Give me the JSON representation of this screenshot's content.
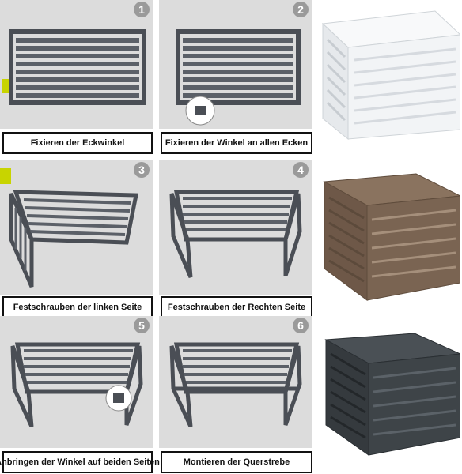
{
  "steps": [
    {
      "number": "1",
      "caption": "Fixieren der Eckwinkel"
    },
    {
      "number": "2",
      "caption": "Fixieren der Winkel an allen Ecken"
    },
    {
      "number": "3",
      "caption": "Festschrauben der linken Seite"
    },
    {
      "number": "4",
      "caption": "Festschrauben der Rechten Seite"
    },
    {
      "number": "5",
      "caption": "Anbringen der Winkel auf beiden Seiten"
    },
    {
      "number": "6",
      "caption": "Montieren der Querstrebe"
    }
  ],
  "products": [
    {
      "color_name": "white",
      "color": "#f2f4f6"
    },
    {
      "color_name": "brown",
      "color": "#7a6452"
    },
    {
      "color_name": "anthracite",
      "color": "#3e4448"
    }
  ],
  "colors": {
    "panel_bg": "#dcdcdc",
    "frame": "#4a4e55",
    "slat": "#5b6068",
    "badge": "#9a9a9a"
  }
}
